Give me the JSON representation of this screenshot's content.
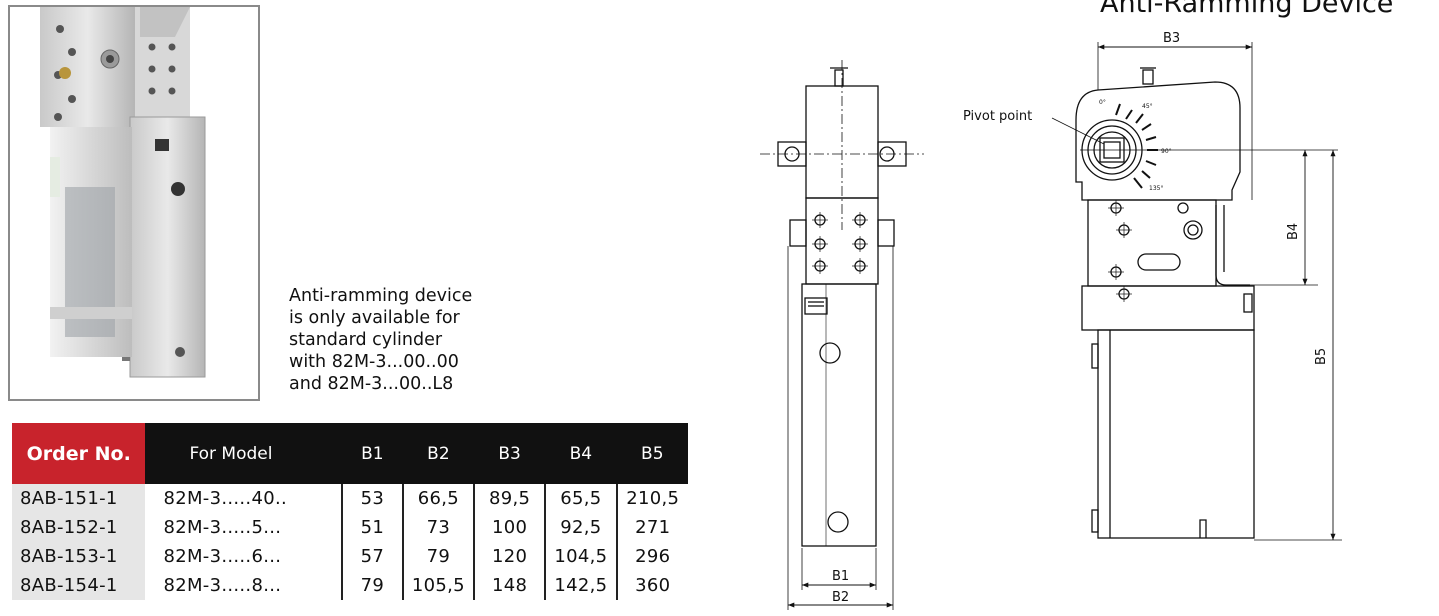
{
  "title": "Anti-Ramming Device",
  "note": {
    "lines": [
      "Anti-ramming device",
      "is only available for",
      "standard cylinder",
      "with 82M-3...00..00",
      "and 82M-3...00..L8"
    ]
  },
  "table": {
    "headers": [
      "Order No.",
      "For Model",
      "B1",
      "B2",
      "B3",
      "B4",
      "B5"
    ],
    "rows": [
      [
        "8AB-151-1",
        "82M-3.....40..",
        "53",
        "66,5",
        "89,5",
        "65,5",
        "210,5"
      ],
      [
        "8AB-152-1",
        "82M-3.....5...",
        "51",
        "73",
        "100",
        "92,5",
        "271"
      ],
      [
        "8AB-153-1",
        "82M-3.....6...",
        "57",
        "79",
        "120",
        "104,5",
        "296"
      ],
      [
        "8AB-154-1",
        "82M-3.....8...",
        "79",
        "105,5",
        "148",
        "142,5",
        "360"
      ]
    ]
  },
  "drawing": {
    "pivot_label": "Pivot point",
    "dims": {
      "b1": "B1",
      "b2": "B2",
      "b3": "B3",
      "b4": "B4",
      "b5": "B5"
    },
    "angles": [
      "0°",
      "45°",
      "90°",
      "135°"
    ]
  },
  "colors": {
    "header_red": "#c8232c",
    "header_black": "#111111",
    "order_cell": "#e6e6e6"
  }
}
